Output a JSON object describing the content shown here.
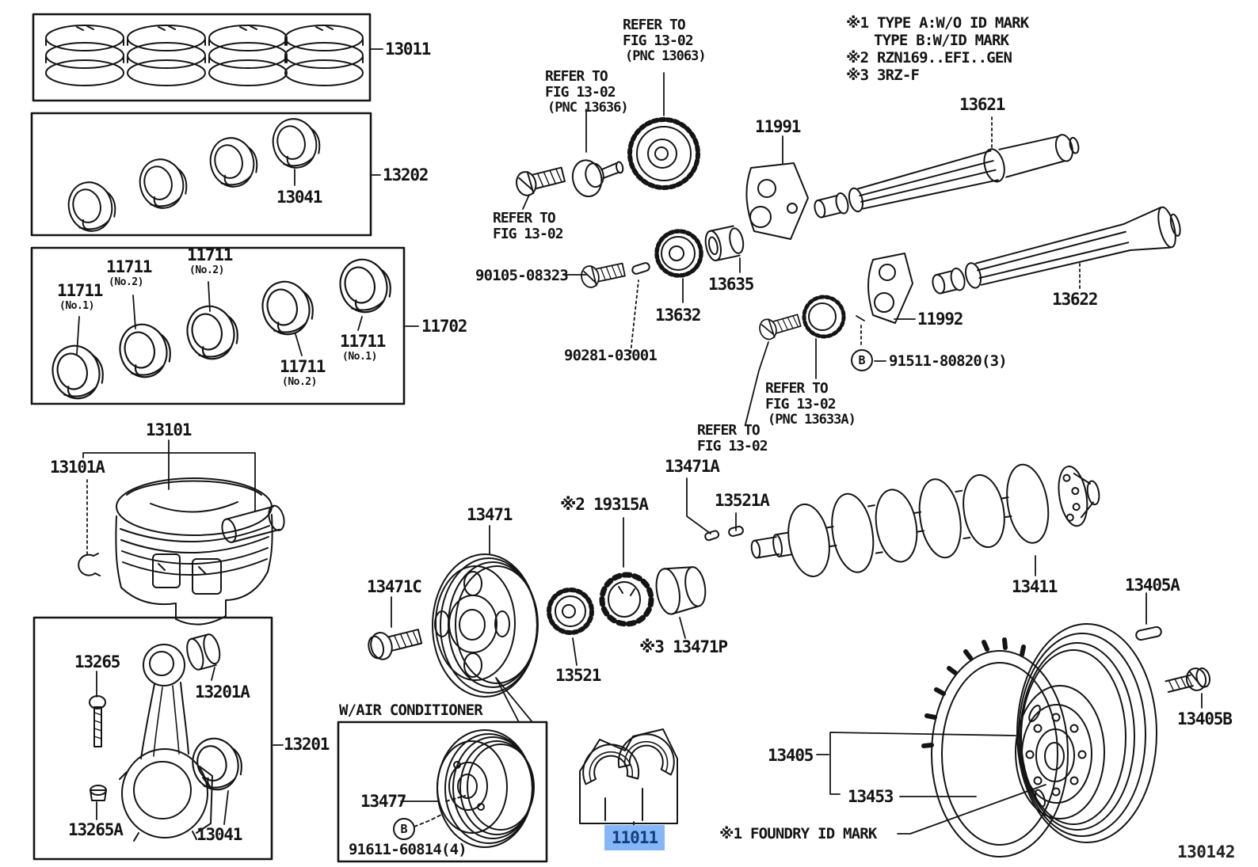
{
  "figure_code": "130142",
  "selected_part": "11011",
  "colors": {
    "ink": "#141414",
    "paper": "#ffffff",
    "highlight_bg": "#85b6f8",
    "highlight_text": "#123e7a"
  },
  "notes": {
    "n1": "※1 TYPE A:W/O ID MARK",
    "n1b": "TYPE B:W/ID MARK",
    "n2": "※2 RZN169..EFI..GEN",
    "n3": "※3 3RZ-F",
    "foundry": "※1 FOUNDRY ID MARK",
    "w_air_conditioner": "W/AIR CONDITIONER"
  },
  "refer": {
    "line1": "REFER TO",
    "line2": "FIG 13-02",
    "pnc_13063": "(PNC 13063)",
    "pnc_13636": "(PNC 13636)",
    "pnc_13633a": "(PNC 13633A)"
  },
  "marks": {
    "b": "B"
  },
  "parts": {
    "p13011": "13011",
    "p13202": "13202",
    "p13041": "13041",
    "p11702": "11702",
    "p11711": "11711",
    "no1": "(No.1)",
    "no2": "(No.2)",
    "p13101": "13101",
    "p13101a": "13101A",
    "p13265": "13265",
    "p13201a": "13201A",
    "p13201": "13201",
    "p13265a": "13265A",
    "p90105": "90105-08323",
    "p90281": "90281-03001",
    "p13632": "13632",
    "p13635": "13635",
    "p11991": "11991",
    "p13621": "13621",
    "p13622": "13622",
    "p11992": "11992",
    "p91511": "91511-80820(3)",
    "p13471": "13471",
    "p13471c": "13471C",
    "p19315a": "※2 19315A",
    "p13521": "13521",
    "p13471p": "※3 13471P",
    "p13471a": "13471A",
    "p13521a": "13521A",
    "p13411": "13411",
    "p13405a": "13405A",
    "p13405b": "13405B",
    "p13477": "13477",
    "p91611": "91611-60814(4)",
    "p11011": "11011",
    "p13405": "13405",
    "p13453": "13453"
  }
}
